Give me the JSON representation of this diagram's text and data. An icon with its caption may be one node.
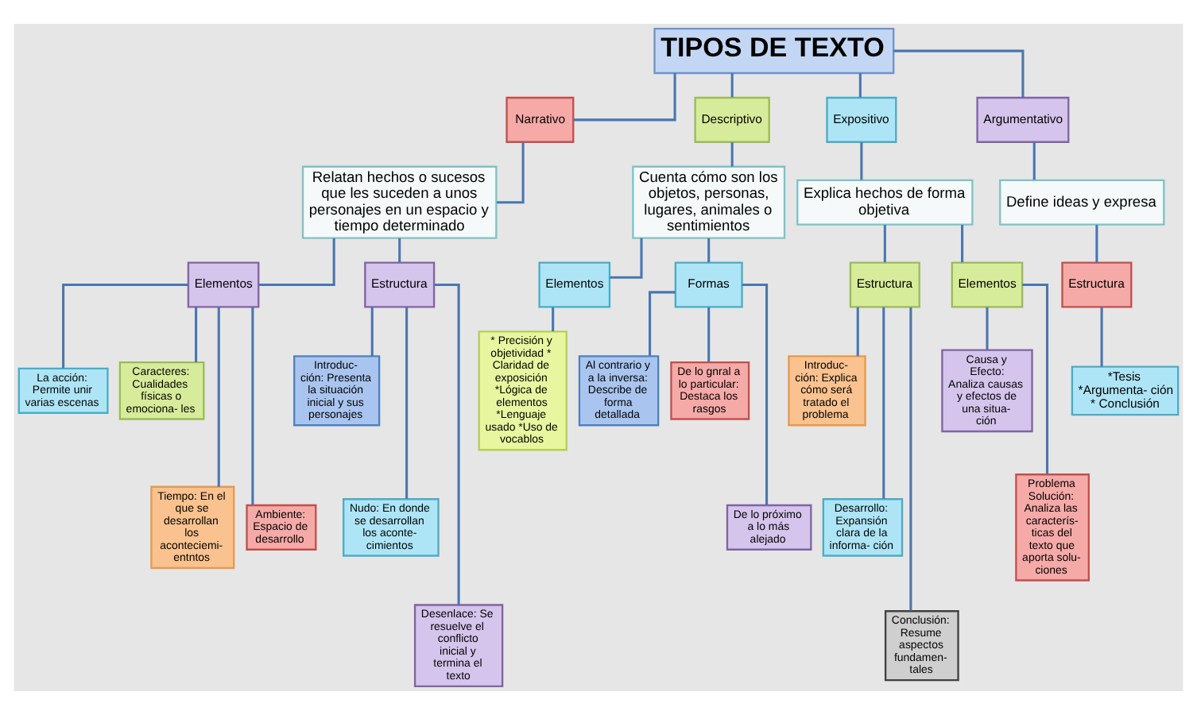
{
  "diagram": {
    "nodes": [
      {
        "text": [
          "TIPOS DE TEXTO"
        ]
      },
      {
        "text": [
          "Narrativo"
        ]
      },
      {
        "text": [
          "Descriptivo"
        ]
      },
      {
        "text": [
          "Expositivo"
        ]
      },
      {
        "text": [
          "Argumentativo"
        ]
      },
      {
        "text": [
          "Relatan hechos o sucesos que les suceden a unos personajes en un espacio y tiempo determinado"
        ]
      },
      {
        "text": [
          "Cuenta cómo son los objetos, personas, lugares, animales o sentimientos"
        ]
      },
      {
        "text": [
          "Explica hechos de forma objetiva"
        ]
      },
      {
        "text": [
          "Define ideas y expresa"
        ]
      },
      {
        "text": [
          "Elementos"
        ]
      },
      {
        "text": [
          "Estructura"
        ]
      },
      {
        "text": [
          "Elementos"
        ]
      },
      {
        "text": [
          "Formas"
        ]
      },
      {
        "text": [
          "Estructura"
        ]
      },
      {
        "text": [
          "Elementos"
        ]
      },
      {
        "text": [
          "Estructura"
        ]
      },
      {
        "text": [
          "La acción: Permite unir varias escenas"
        ]
      },
      {
        "text": [
          "Caracteres: Cualidades físicas o emociona- les"
        ]
      },
      {
        "text": [
          "Tiempo: En el que se desarrollan los aconteciemi- entntos"
        ]
      },
      {
        "text": [
          "Ambiente: Espacio de desarrollo"
        ]
      },
      {
        "text": [
          "Introduc- ción: Presenta la situación inicial y sus personajes"
        ]
      },
      {
        "text": [
          "Nudo: En donde se desarrollan los aconte- cimientos"
        ]
      },
      {
        "text": [
          "Desenlace: Se resuelve el conflicto inicial y termina el texto"
        ]
      },
      {
        "text": [
          "* Precisión y objetividad * Claridad de exposición *Lógica de elementos *Lenguaje usado *Uso de vocablos"
        ]
      },
      {
        "text": [
          "Al contrario y a la inversa: Describe de forma detallada"
        ]
      },
      {
        "text": [
          "De lo gnral a lo particular: Destaca los rasgos"
        ]
      },
      {
        "text": [
          "De lo próximo a lo más alejado"
        ]
      },
      {
        "text": [
          "Introduc- ción: Explica cómo será tratado el problema"
        ]
      },
      {
        "text": [
          "Desarrollo: Expansión clara de la informa- ción"
        ]
      },
      {
        "text": [
          "Conclusión: Resume aspectos fundamen- tales"
        ]
      },
      {
        "text": [
          "Causa y Efecto: Analiza causas y efectos de una situa- ción"
        ]
      },
      {
        "text": [
          "Problema Solución: Analiza las caracterís- ticas del texto que aporta solu- ciones"
        ]
      },
      {
        "text": [
          "*Tesis *Argumenta- ción * Conclusión"
        ]
      }
    ],
    "edges": [
      {
        "from": 0,
        "to": 1,
        "arrow": "none"
      },
      {
        "from": 0,
        "to": 2,
        "arrow": "none"
      },
      {
        "from": 0,
        "to": 3,
        "arrow": "none"
      },
      {
        "from": 0,
        "to": 4,
        "arrow": "none"
      },
      {
        "from": 1,
        "to": 5,
        "arrow": "none"
      },
      {
        "from": 2,
        "to": 6,
        "arrow": "none"
      },
      {
        "from": 3,
        "to": 7,
        "arrow": "none"
      },
      {
        "from": 4,
        "to": 8,
        "arrow": "none"
      },
      {
        "from": 5,
        "to": 9,
        "arrow": "none"
      },
      {
        "from": 5,
        "to": 10,
        "arrow": "none"
      },
      {
        "from": 6,
        "to": 11,
        "arrow": "none"
      },
      {
        "from": 6,
        "to": 12,
        "arrow": "none"
      },
      {
        "from": 7,
        "to": 13,
        "arrow": "none"
      },
      {
        "from": 7,
        "to": 14,
        "arrow": "none"
      },
      {
        "from": 8,
        "to": 15,
        "arrow": "none"
      },
      {
        "from": 9,
        "to": 16,
        "arrow": "none"
      },
      {
        "from": 9,
        "to": 17,
        "arrow": "none"
      },
      {
        "from": 9,
        "to": 18,
        "arrow": "none"
      },
      {
        "from": 9,
        "to": 19,
        "arrow": "none"
      },
      {
        "from": 10,
        "to": 20,
        "arrow": "none"
      },
      {
        "from": 10,
        "to": 21,
        "arrow": "none"
      },
      {
        "from": 10,
        "to": 22,
        "arrow": "none"
      },
      {
        "from": 11,
        "to": 23,
        "arrow": "none"
      },
      {
        "from": 12,
        "to": 24,
        "arrow": "none"
      },
      {
        "from": 12,
        "to": 25,
        "arrow": "none"
      },
      {
        "from": 12,
        "to": 26,
        "arrow": "none"
      },
      {
        "from": 13,
        "to": 27,
        "arrow": "none"
      },
      {
        "from": 13,
        "to": 28,
        "arrow": "none"
      },
      {
        "from": 13,
        "to": 29,
        "arrow": "none"
      },
      {
        "from": 14,
        "to": 30,
        "arrow": "none"
      },
      {
        "from": 14,
        "to": 31,
        "arrow": "none"
      },
      {
        "from": 15,
        "to": 32,
        "arrow": "none"
      }
    ]
  }
}
